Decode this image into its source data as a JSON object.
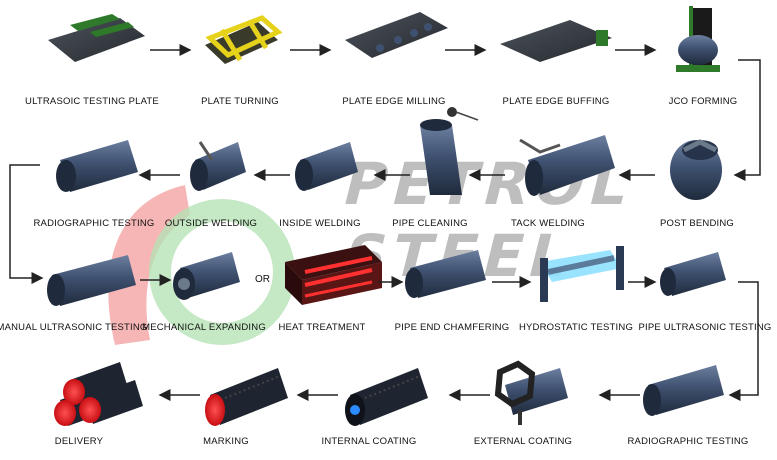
{
  "watermark": {
    "line1": "PETROL",
    "line2": "STEEL"
  },
  "or_text": "OR",
  "steps": {
    "s1": "ULTRASOIC TESTING PLATE",
    "s2": "PLATE TURNING",
    "s3": "PLATE EDGE MILLING",
    "s4": "PLATE EDGE BUFFING",
    "s5": "JCO FORMING",
    "s6": "POST BENDING",
    "s7": "TACK WELDING",
    "s8": "PIPE CLEANING",
    "s9": "INSIDE WELDING",
    "s10": "OUTSIDE WELDING",
    "s11": "RADIOGRAPHIC TESTING",
    "s12": "MANUAL ULTRASONIC TESTING",
    "s13": "MECHANICAL EXPANDING",
    "s14": "HEAT TREATMENT",
    "s15": "PIPE END CHAMFERING",
    "s16": "HYDROSTATIC TESTING",
    "s17": "PIPE ULTRASONIC TESTING",
    "s18": "RADIOGRAPHIC TESTING",
    "s19": "EXTERNAL COATING",
    "s20": "INTERNAL COATING",
    "s21": "MARKING",
    "s22": "DELIVERY"
  },
  "colors": {
    "pipe": "#3f5170",
    "pipe_dark": "#26334a",
    "plate": "#3a3f46",
    "accent_red": "#e8202a",
    "accent_yellow": "#e6d21a",
    "logo_red": "#f2a6a6",
    "logo_green": "#a8dca8",
    "water": "#8fe0ff"
  }
}
